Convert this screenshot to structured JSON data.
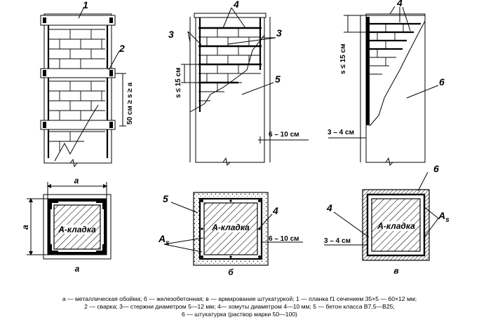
{
  "labels": {
    "c1": "1",
    "c2": "2",
    "c3": "3",
    "c4": "4",
    "c5": "5",
    "c6": "6",
    "klad": "A-кладка",
    "dim_a": "a",
    "dim_a_v": "a",
    "spacing_a": "50 см ≥ s ≥ a",
    "spacing_b": "s ≤ 15 см",
    "spacing_c": "s ≤ 15 см",
    "thick_b": "6 – 10 см",
    "thick_c": "3 – 4 см",
    "thick_b_plan": "6 – 10 см",
    "thick_c_plan": "3 – 4 см",
    "as_label": "A",
    "as_sub": "s",
    "sub_a": "а",
    "sub_b": "б",
    "sub_c": "в"
  },
  "caption": {
    "line1": "а — металлическая обойма; б — железобетонная; в — армирование штукатуркой; 1 — планка f1 сечением 35×5 — 60×12 мм;",
    "line2": "2 — сварка; 3— стержни диаметром 5—12 мм; 4— хомуты диаметром 4—10 мм; 5 — бетон класса В7,5—В25;",
    "line3": "6 — штукатурка (раствор марки 50—100)"
  },
  "colors": {
    "ink": "#000000",
    "paper": "#ffffff"
  }
}
